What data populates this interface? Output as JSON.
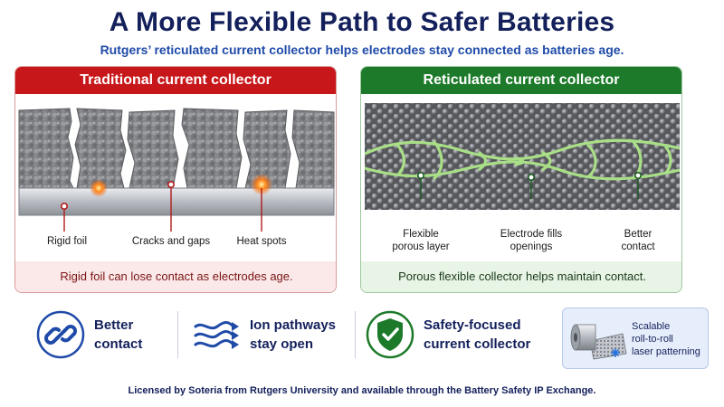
{
  "header": {
    "title": "A More Flexible Path to Safer Batteries",
    "subtitle": "Rutgers’ reticulated current collector helps electrodes stay connected as batteries age."
  },
  "left_panel": {
    "heading": "Traditional current collector",
    "callouts": [
      "Rigid foil",
      "Cracks and gaps",
      "Heat spots"
    ],
    "caption": "Rigid foil can lose contact as electrodes age.",
    "accent": "#c8171b"
  },
  "right_panel": {
    "heading": "Reticulated current collector",
    "callouts": [
      "Flexible\nporous layer",
      "Electrode fills\nopenings",
      "Better\ncontact"
    ],
    "caption": "Porous flexible collector helps maintain contact.",
    "accent": "#1d7a2a"
  },
  "features": [
    {
      "label_1": "Better",
      "label_2": "contact",
      "icon": "chain-link-icon",
      "color": "#1f4aa8"
    },
    {
      "label_1": "Ion pathways",
      "label_2": "stay open",
      "icon": "wavy-arrows-icon",
      "color": "#1f4aa8"
    },
    {
      "label_1": "Safety-focused",
      "label_2": "current collector",
      "icon": "shield-check-icon",
      "color": "#1d7a2a"
    }
  ],
  "scalable": {
    "line_1": "Scalable",
    "line_2": "roll-to-roll",
    "line_3": "laser patterning",
    "icon": "roll-icon"
  },
  "footer": {
    "text": "Licensed by Soteria from Rutgers University and available through the Battery Safety IP Exchange."
  }
}
